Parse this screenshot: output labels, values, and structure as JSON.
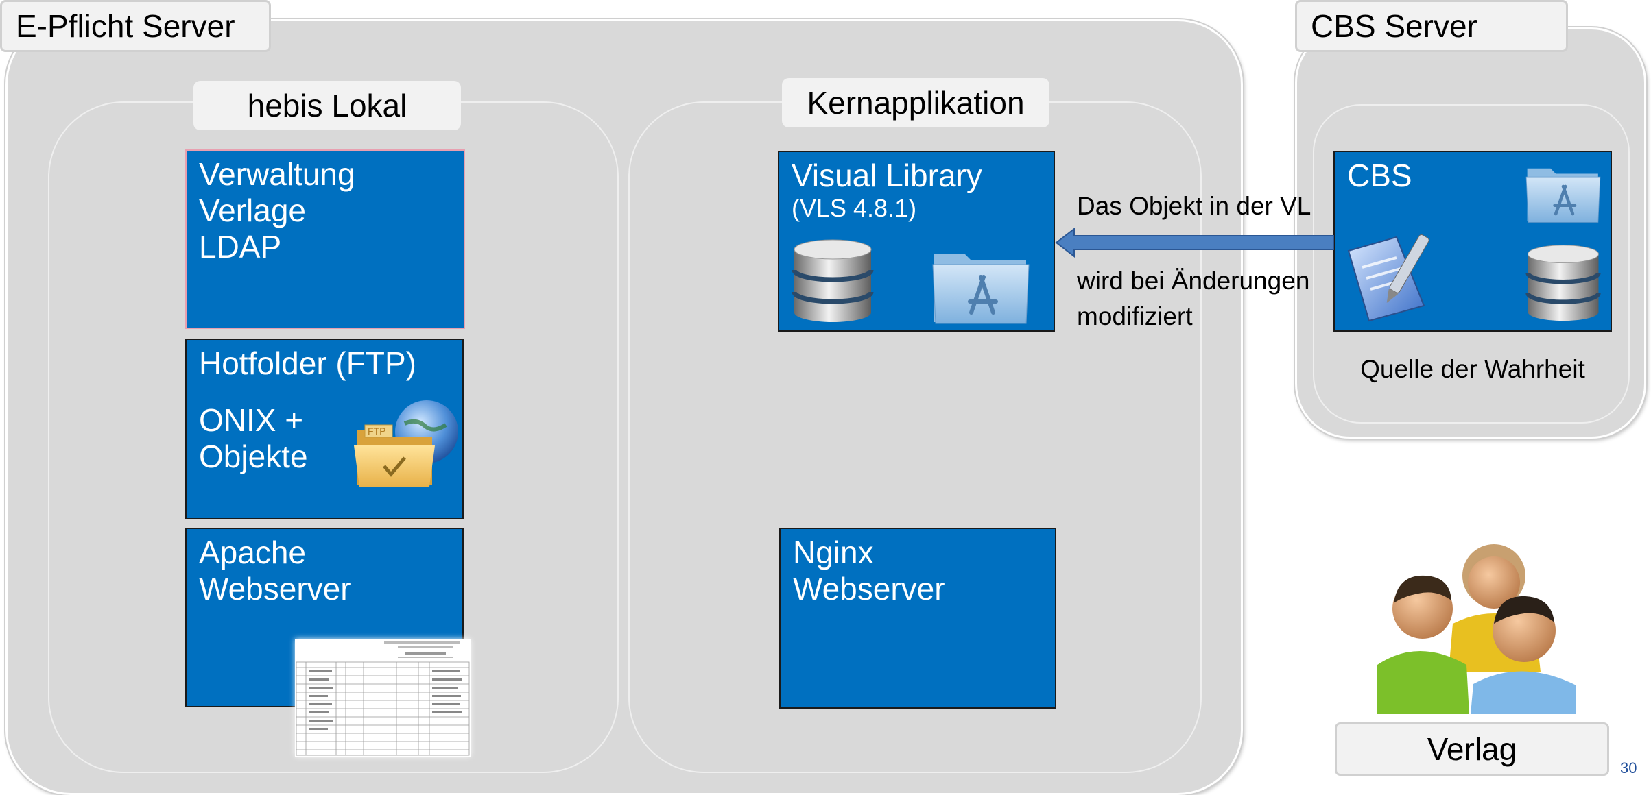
{
  "servers": {
    "epflicht": {
      "title": "E-Pflicht Server"
    },
    "cbs": {
      "title": "CBS Server"
    }
  },
  "lanes": {
    "lokal": {
      "label": "hebis Lokal"
    },
    "kern": {
      "label": "Kernapplikation"
    }
  },
  "boxes": {
    "verwaltung": {
      "lines": [
        "Verwaltung",
        "Verlage",
        "LDAP"
      ]
    },
    "hotfolder": {
      "title": "Hotfolder (FTP)",
      "lines": [
        "ONIX +",
        "Objekte"
      ],
      "ftp_label": "FTP"
    },
    "apache": {
      "lines": [
        "Apache",
        "Webserver"
      ]
    },
    "visual_library": {
      "title": "Visual Library",
      "version": "(VLS 4.8.1)"
    },
    "nginx": {
      "lines": [
        "Nginx",
        "Webserver"
      ]
    },
    "cbs": {
      "title": "CBS"
    }
  },
  "arrow": {
    "label_top": "Das Objekt in der VL",
    "label_bottom_1": "wird bei Änderungen",
    "label_bottom_2": "modifiziert"
  },
  "cbs_caption": "Quelle der Wahrheit",
  "verlag": {
    "label": "Verlag"
  },
  "page_number": "30",
  "colors": {
    "box_blue": "#0070c0",
    "container_gray": "#d9d9d9",
    "arrow_blue": "#4a7fc1"
  },
  "icons": [
    "database-icon",
    "app-folder-icon",
    "ftp-folder-icon",
    "globe-icon",
    "document-pen-icon",
    "users-group-icon",
    "document-thumbnail"
  ]
}
